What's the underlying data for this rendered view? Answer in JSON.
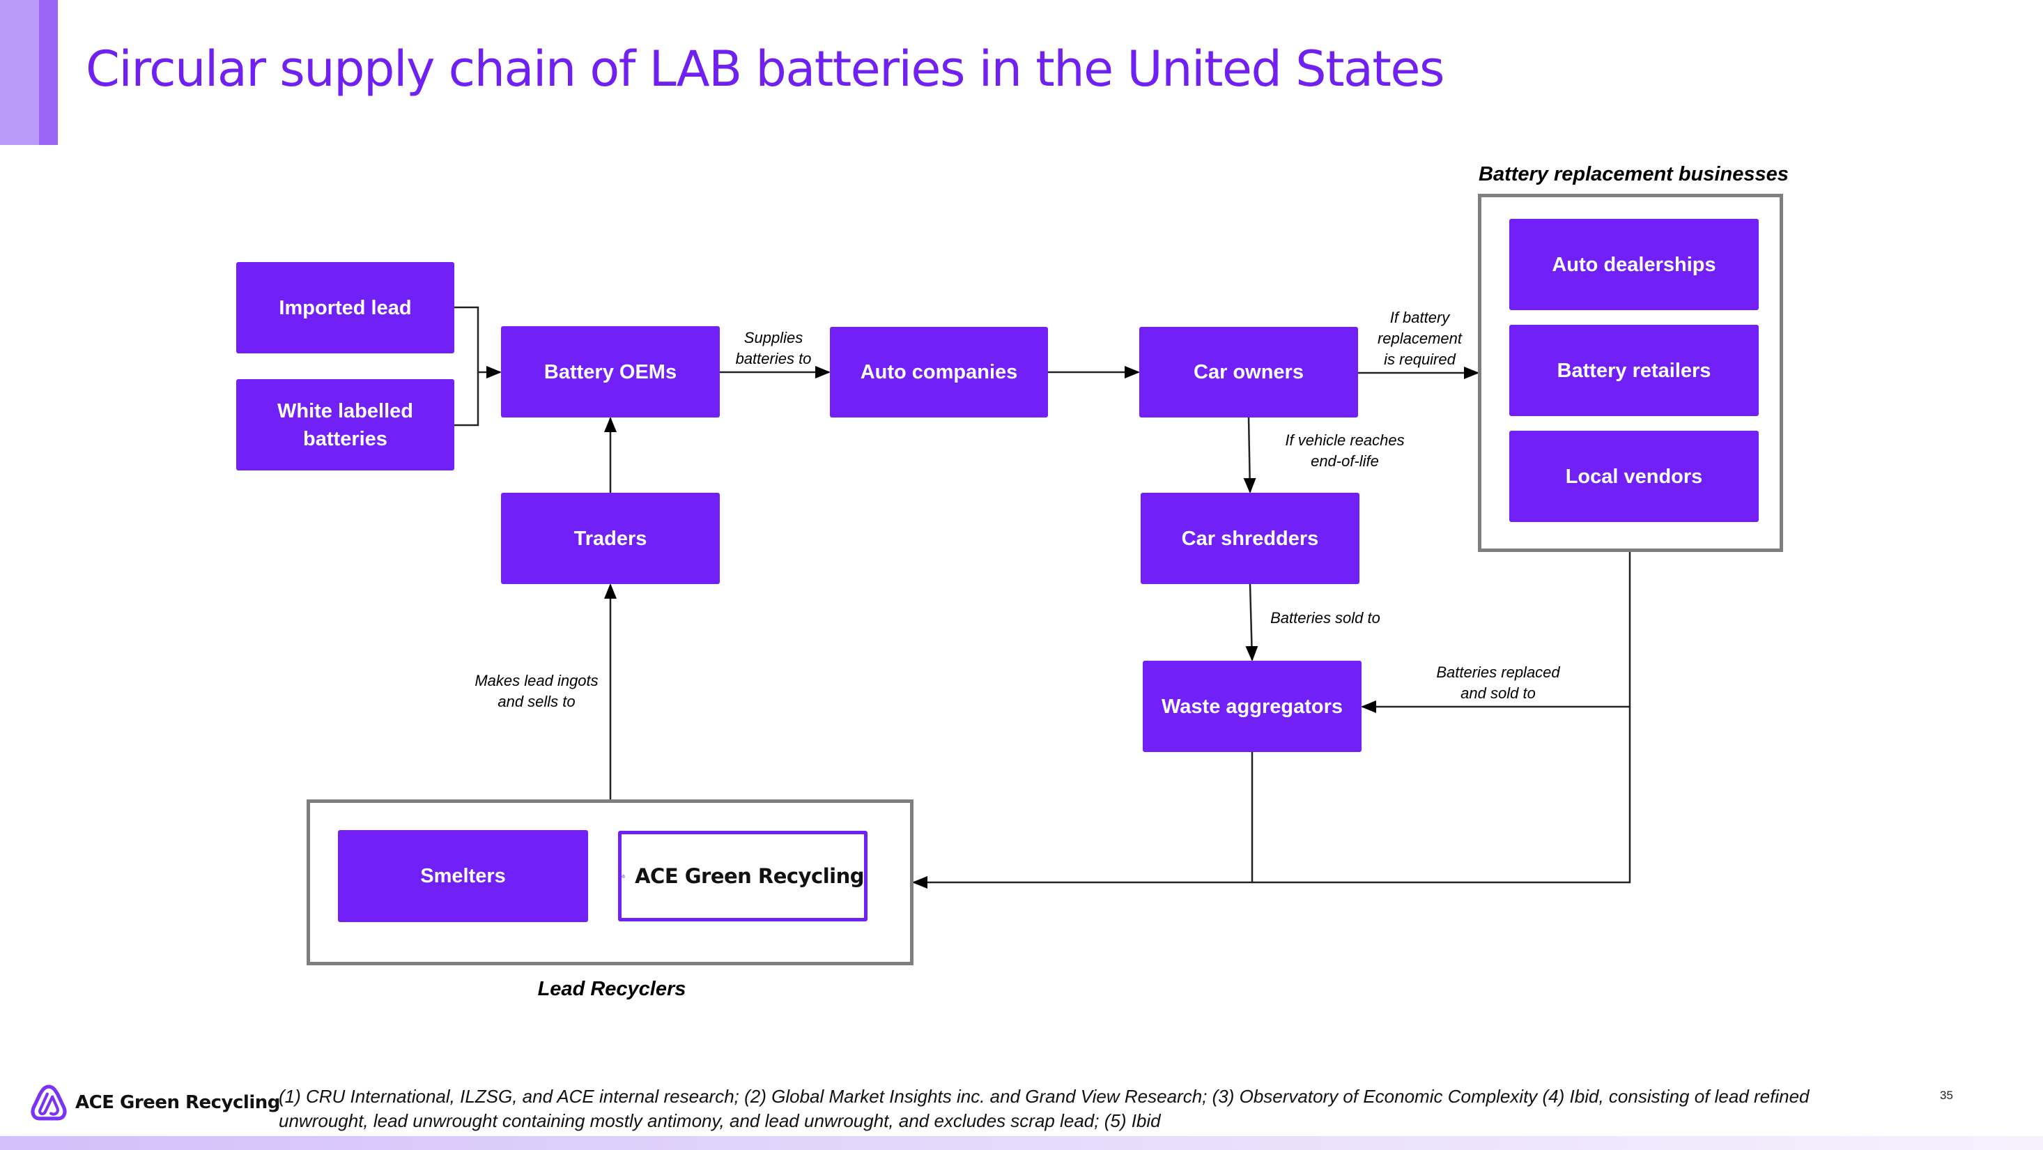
{
  "slide": {
    "title": "Circular supply chain of LAB batteries in the United States",
    "page_number": "35",
    "brand_color": "#7220F8",
    "title_color": "#7020F0"
  },
  "nodes": {
    "imported_lead": "Imported lead",
    "white_labelled_batteries": "White labelled batteries",
    "battery_oems": "Battery OEMs",
    "auto_companies": "Auto companies",
    "car_owners": "Car owners",
    "traders": "Traders",
    "car_shredders": "Car shredders",
    "waste_aggregators": "Waste aggregators",
    "auto_dealerships": "Auto dealerships",
    "battery_retailers": "Battery retailers",
    "local_vendors": "Local vendors",
    "smelters": "Smelters",
    "ace_green_recycling": "ACE Green Recycling"
  },
  "groups": {
    "battery_replacement_businesses": "Battery replacement businesses",
    "lead_recyclers": "Lead Recyclers"
  },
  "edge_labels": {
    "supplies_batteries_to": "Supplies\nbatteries to",
    "if_battery_replacement": "If battery\nreplacement\nis required",
    "if_vehicle_end_of_life": "If vehicle reaches\nend-of-life",
    "batteries_sold_to": "Batteries sold to",
    "batteries_replaced_sold_to": "Batteries replaced\nand sold to",
    "makes_lead_ingots": "Makes lead ingots\nand sells to"
  },
  "edges": [
    {
      "from": "Imported lead",
      "to": "Battery OEMs"
    },
    {
      "from": "White labelled batteries",
      "to": "Battery OEMs"
    },
    {
      "from": "Battery OEMs",
      "to": "Auto companies",
      "label": "Supplies batteries to"
    },
    {
      "from": "Auto companies",
      "to": "Car owners"
    },
    {
      "from": "Car owners",
      "to": "Battery replacement businesses",
      "label": "If battery replacement is required"
    },
    {
      "from": "Car owners",
      "to": "Car shredders",
      "label": "If vehicle reaches end-of-life"
    },
    {
      "from": "Car shredders",
      "to": "Waste aggregators",
      "label": "Batteries sold to"
    },
    {
      "from": "Battery replacement businesses",
      "to": "Waste aggregators",
      "label": "Batteries replaced and sold to"
    },
    {
      "from": "Waste aggregators",
      "to": "Lead Recyclers"
    },
    {
      "from": "Battery replacement businesses",
      "to": "Lead Recyclers"
    },
    {
      "from": "Lead Recyclers",
      "to": "Traders",
      "label": "Makes lead ingots and sells to"
    },
    {
      "from": "Traders",
      "to": "Battery OEMs"
    }
  ],
  "footer": {
    "logo_text": "ACE Green Recycling",
    "footnote": "(1) CRU International, ILZSG, and ACE internal research; (2) Global Market Insights inc. and Grand View Research; (3) Observatory of Economic Complexity (4) Ibid, consisting of lead refined unwrought, lead unwrought containing mostly antimony, and lead unwrought, and excludes scrap lead; (5) Ibid"
  },
  "icons": {
    "logo": "ace-logo-icon"
  }
}
